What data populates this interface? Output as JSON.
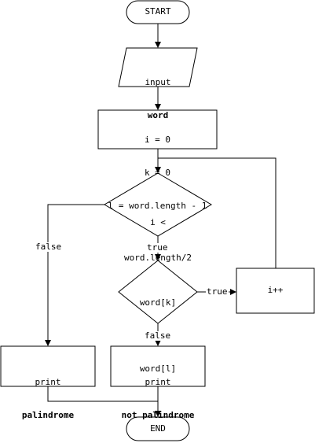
{
  "nodes": {
    "start": "START",
    "input_line1": "input",
    "input_line2": "word",
    "init_line1": "i = 0",
    "init_line2": "k = 0",
    "init_line3": "l = word.length - 1",
    "cond1_line1": "i <",
    "cond1_line2": "word.length/2",
    "cond2_line1": "word[k]",
    "cond2_line2": "==",
    "cond2_line3": "word[l]",
    "increment": "i++",
    "print_pal_line1": "print",
    "print_pal_line2": "palindrome",
    "print_notpal_line1": "print",
    "print_notpal_line2": "not palindrome",
    "end": "END"
  },
  "edges": {
    "cond1_false": "false",
    "cond1_true": "true",
    "cond2_true": "true",
    "cond2_false": "false"
  }
}
